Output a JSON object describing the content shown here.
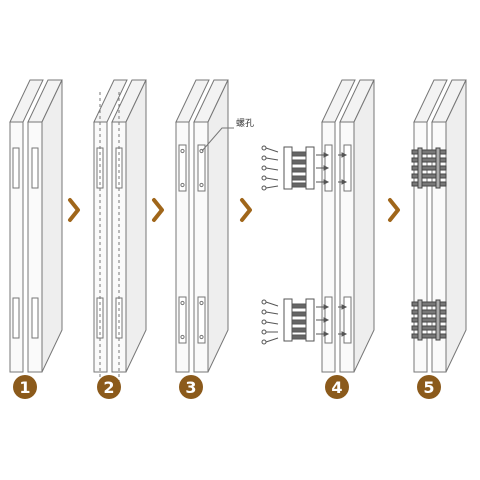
{
  "diagram": {
    "steps": [
      {
        "number": "1"
      },
      {
        "number": "2"
      },
      {
        "number": "3"
      },
      {
        "number": "4"
      },
      {
        "number": "5"
      }
    ],
    "screw_hole_label": "螺孔",
    "colors": {
      "badge": "#8b5a1b",
      "arrow": "#a0661a",
      "line": "#777777",
      "panel_face": "#fafafa",
      "panel_side": "#eeeeee",
      "hinge": "#555555"
    }
  }
}
